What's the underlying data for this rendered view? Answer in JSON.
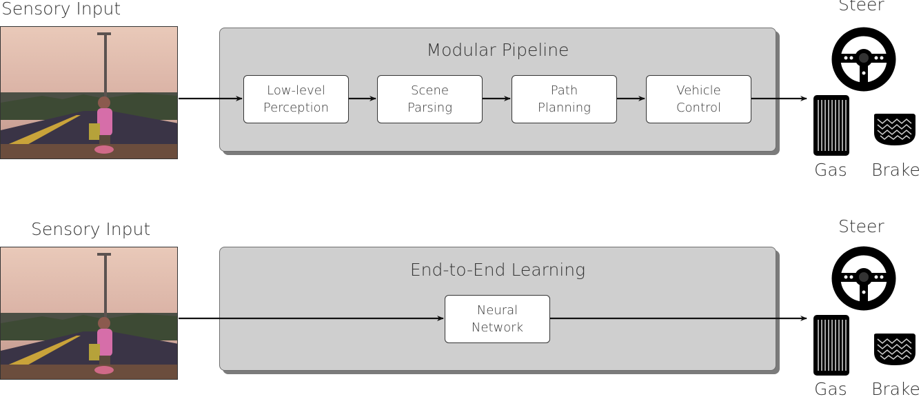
{
  "top": {
    "input_label": "Sensory Input",
    "panel_title": "Modular Pipeline",
    "stages": [
      {
        "line1": "Low-level",
        "line2": "Perception"
      },
      {
        "line1": "Scene",
        "line2": "Parsing"
      },
      {
        "line1": "Path",
        "line2": "Planning"
      },
      {
        "line1": "Vehicle",
        "line2": "Control"
      }
    ],
    "outputs": {
      "steer": "Steer",
      "gas": "Gas",
      "brake": "Brake"
    }
  },
  "bottom": {
    "input_label": "Sensory Input",
    "panel_title": "End-to-End Learning",
    "network": {
      "line1": "Neural",
      "line2": "Network"
    },
    "outputs": {
      "steer": "Steer",
      "gas": "Gas",
      "brake": "Brake"
    }
  },
  "icons": [
    "steering-wheel-icon",
    "gas-pedal-icon",
    "brake-pedal-icon"
  ],
  "colors": {
    "panel": "#cfcfcf",
    "panel_shadow": "#7b7b7b",
    "box": "#ffffff",
    "stroke": "#222222"
  }
}
